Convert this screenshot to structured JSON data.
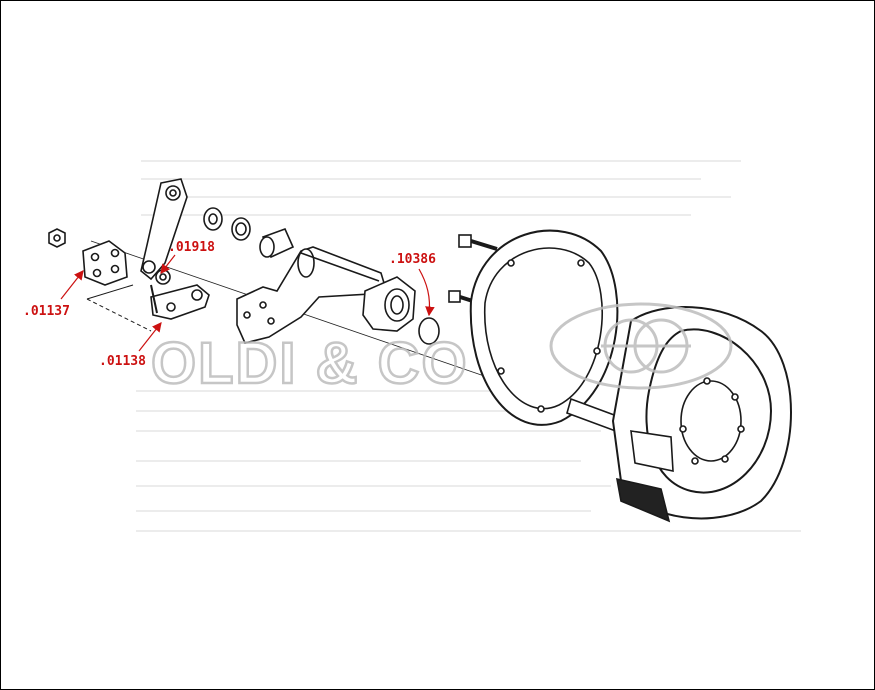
{
  "diagram": {
    "part_labels": [
      {
        "id": "part-01918",
        "text": ".01918"
      },
      {
        "id": "part-01137",
        "text": ".01137"
      },
      {
        "id": "part-01138",
        "text": ".01138"
      },
      {
        "id": "part-10386",
        "text": ".10386"
      }
    ],
    "watermark": {
      "text": "OLDI & CO"
    },
    "colors": {
      "label": "#cc1111",
      "line": "#1a1a1a",
      "watermark": "#bdbdbd",
      "scan_noise": "#e9e9e9"
    }
  }
}
